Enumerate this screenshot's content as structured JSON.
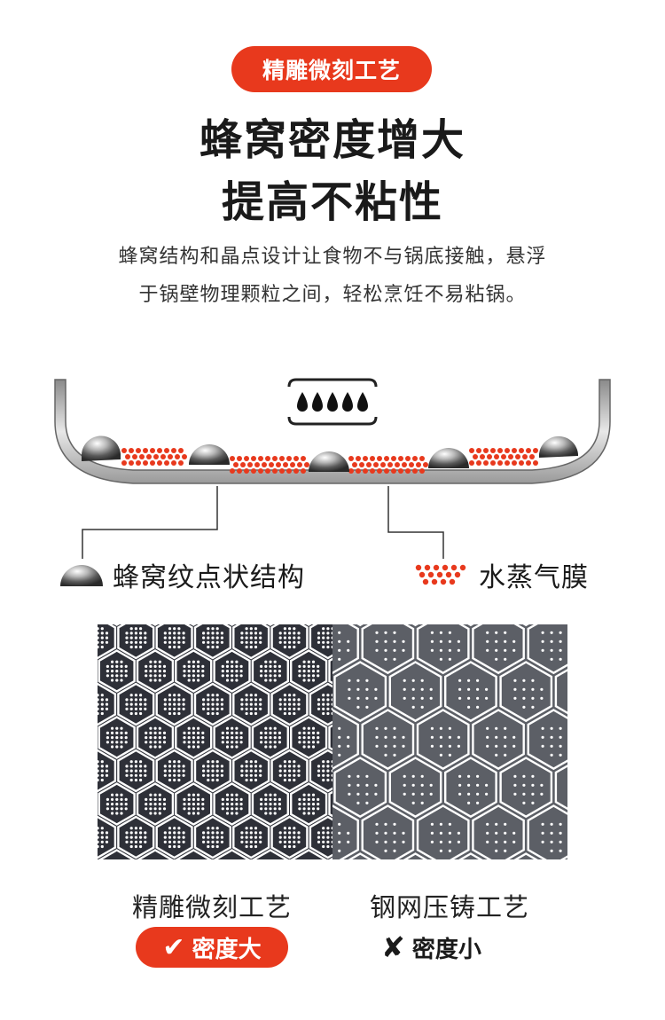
{
  "badge_text": "精雕微刻工艺",
  "headline_line1": "蜂窝密度增大",
  "headline_line2": "提高不粘性",
  "description_line1": "蜂窝结构和晶点设计让食物不与锅底接触，悬浮",
  "description_line2": "于锅壁物理颗粒之间，轻松烹饪不易粘锅。",
  "legend": {
    "honeycomb_label": "蜂窝纹点状结构",
    "steam_label": "水蒸气膜"
  },
  "comparison": {
    "left_label": "精雕微刻工艺",
    "left_result": "密度大",
    "right_label": "钢网压铸工艺",
    "right_result": "密度小"
  },
  "icons": {
    "check": "✔",
    "cross": "✘",
    "water_drop": "water-drop-icon"
  },
  "colors": {
    "accent": "#e8391d",
    "dark_panel": "#2e3038",
    "grey_panel": "#5c5f66"
  }
}
